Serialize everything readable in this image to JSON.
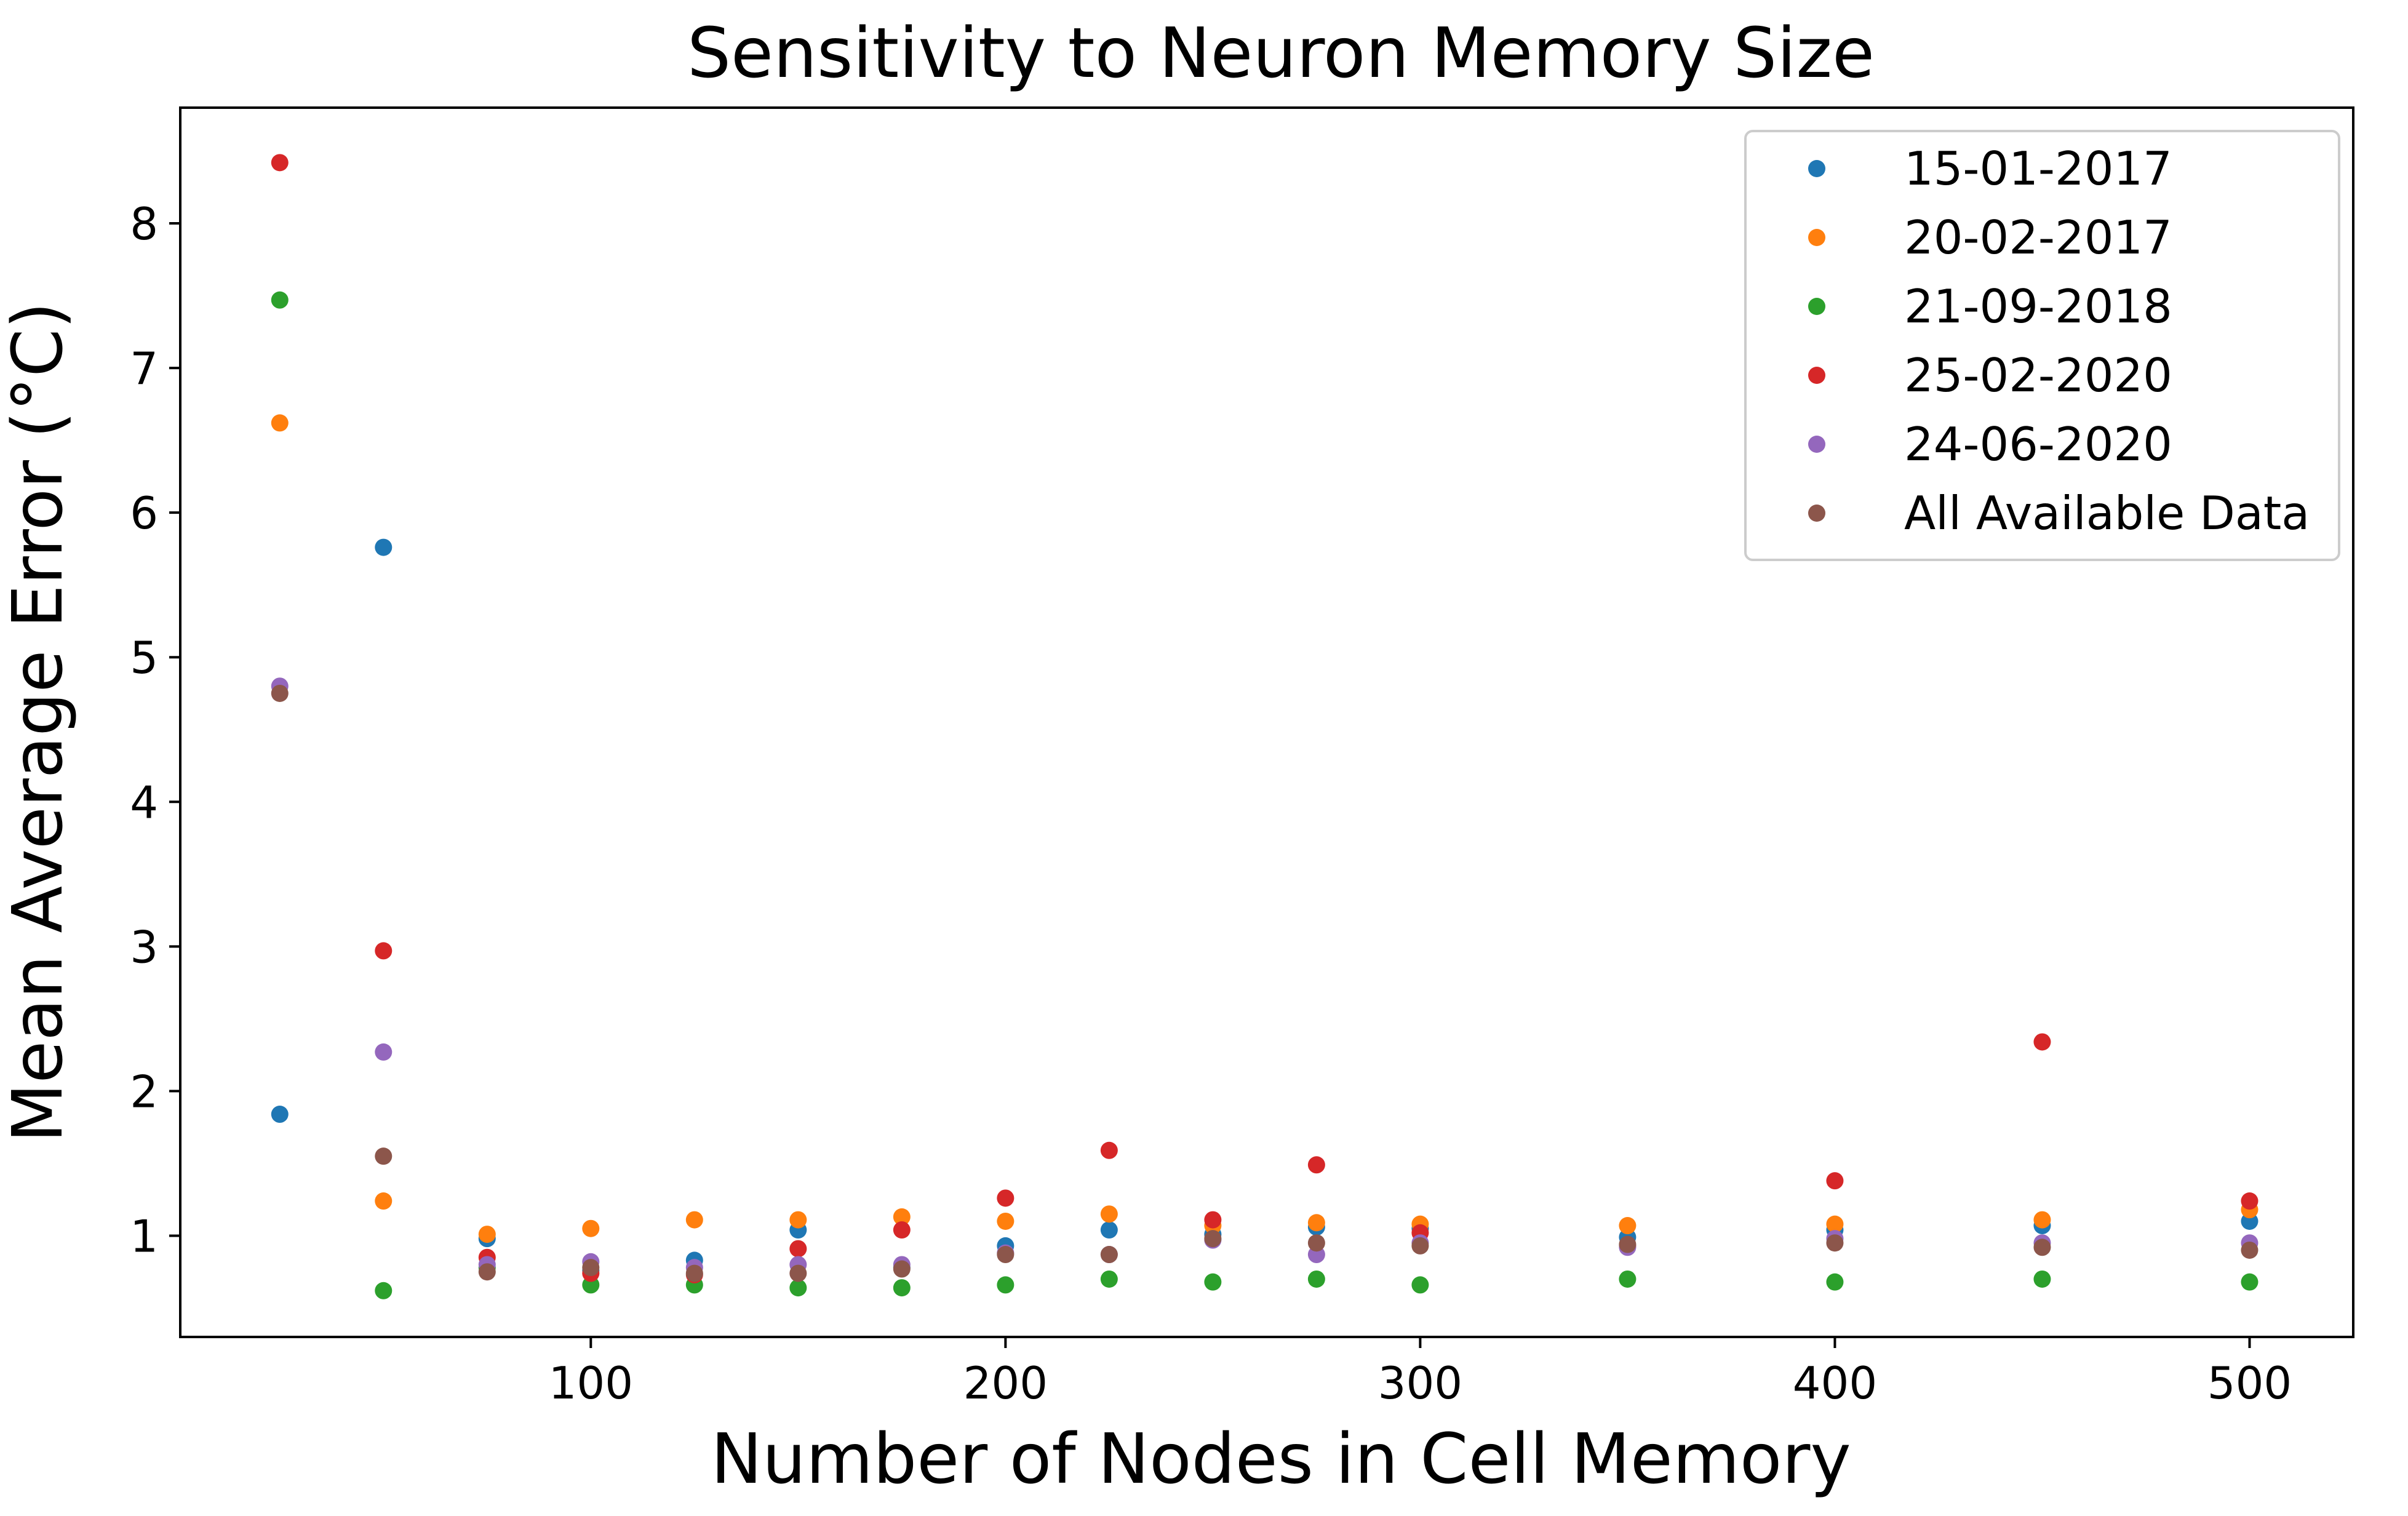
{
  "chart_data": {
    "type": "scatter",
    "title": "Sensitivity to Neuron Memory Size",
    "xlabel": "Number of Nodes in Cell Memory",
    "ylabel": "Mean Average Error (°C)",
    "xlim": [
      1,
      525
    ],
    "ylim": [
      0.3,
      8.8
    ],
    "xticks": [
      100,
      200,
      300,
      400,
      500
    ],
    "yticks": [
      1,
      2,
      3,
      4,
      5,
      6,
      7,
      8
    ],
    "grid": false,
    "legend_position": "top-right",
    "x": [
      25,
      50,
      75,
      100,
      125,
      150,
      175,
      200,
      225,
      250,
      275,
      300,
      350,
      400,
      450,
      500
    ],
    "series": [
      {
        "name": "15-01-2017",
        "color": "#1f77b4",
        "values": [
          1.84,
          5.76,
          0.98,
          0.76,
          0.83,
          1.04,
          0.78,
          0.93,
          1.04,
          1.01,
          1.06,
          1.05,
          0.99,
          1.04,
          1.07,
          1.1
        ]
      },
      {
        "name": "20-02-2017",
        "color": "#ff7f0e",
        "values": [
          6.62,
          1.24,
          1.01,
          1.05,
          1.11,
          1.11,
          1.13,
          1.1,
          1.15,
          1.07,
          1.09,
          1.08,
          1.07,
          1.08,
          1.11,
          1.18
        ]
      },
      {
        "name": "21-09-2018",
        "color": "#2ca02c",
        "values": [
          7.47,
          0.62,
          0.78,
          0.66,
          0.66,
          0.64,
          0.64,
          0.66,
          0.7,
          0.68,
          0.7,
          0.66,
          0.7,
          0.68,
          0.7,
          0.68
        ]
      },
      {
        "name": "25-02-2020",
        "color": "#d62728",
        "values": [
          8.42,
          2.97,
          0.85,
          0.74,
          0.73,
          0.91,
          1.04,
          1.26,
          1.59,
          1.11,
          1.49,
          1.02,
          0.93,
          1.38,
          2.34,
          1.24
        ]
      },
      {
        "name": "24-06-2020",
        "color": "#9467bd",
        "values": [
          4.8,
          2.27,
          0.8,
          0.82,
          0.78,
          0.8,
          0.8,
          0.88,
          0.87,
          0.97,
          0.87,
          0.95,
          0.92,
          0.98,
          0.95,
          0.95
        ]
      },
      {
        "name": "All Available Data",
        "color": "#8c564b",
        "values": [
          4.75,
          1.55,
          0.75,
          0.78,
          0.74,
          0.74,
          0.77,
          0.87,
          0.87,
          0.98,
          0.95,
          0.93,
          0.94,
          0.95,
          0.92,
          0.9
        ]
      }
    ]
  }
}
